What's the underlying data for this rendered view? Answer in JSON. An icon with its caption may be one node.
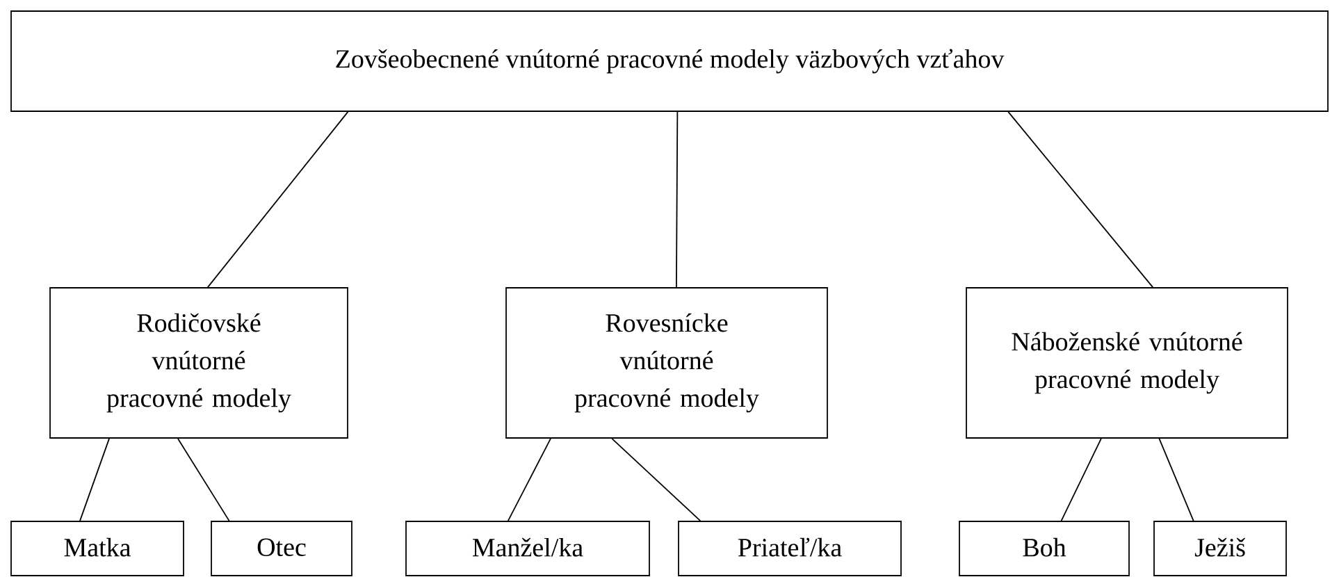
{
  "diagram": {
    "nodes": [
      {
        "text": [
          "Zovšeobecnené vnútorné pracovné modely väzbových vzťahov"
        ]
      },
      {
        "text": [
          "Rodičovské vnútorné pracovné modely"
        ]
      },
      {
        "text": [
          "Rovesnícke vnútorné pracovné modely"
        ]
      },
      {
        "text": [
          "Náboženské vnútorné pracovné modely"
        ]
      },
      {
        "text": [
          "Matka"
        ]
      },
      {
        "text": [
          "Otec"
        ]
      },
      {
        "text": [
          "Manžel/ka"
        ]
      },
      {
        "text": [
          "Priateľ/ka"
        ]
      },
      {
        "text": [
          "Boh"
        ]
      },
      {
        "text": [
          "Ježiš"
        ]
      }
    ],
    "edges": [
      {
        "from": 0,
        "to": 1,
        "arrow": "none"
      },
      {
        "from": 0,
        "to": 2,
        "arrow": "none"
      },
      {
        "from": 0,
        "to": 3,
        "arrow": "none"
      },
      {
        "from": 1,
        "to": 4,
        "arrow": "none"
      },
      {
        "from": 1,
        "to": 5,
        "arrow": "none"
      },
      {
        "from": 2,
        "to": 6,
        "arrow": "none"
      },
      {
        "from": 2,
        "to": 7,
        "arrow": "none"
      },
      {
        "from": 3,
        "to": 8,
        "arrow": "none"
      },
      {
        "from": 3,
        "to": 9,
        "arrow": "none"
      }
    ]
  }
}
